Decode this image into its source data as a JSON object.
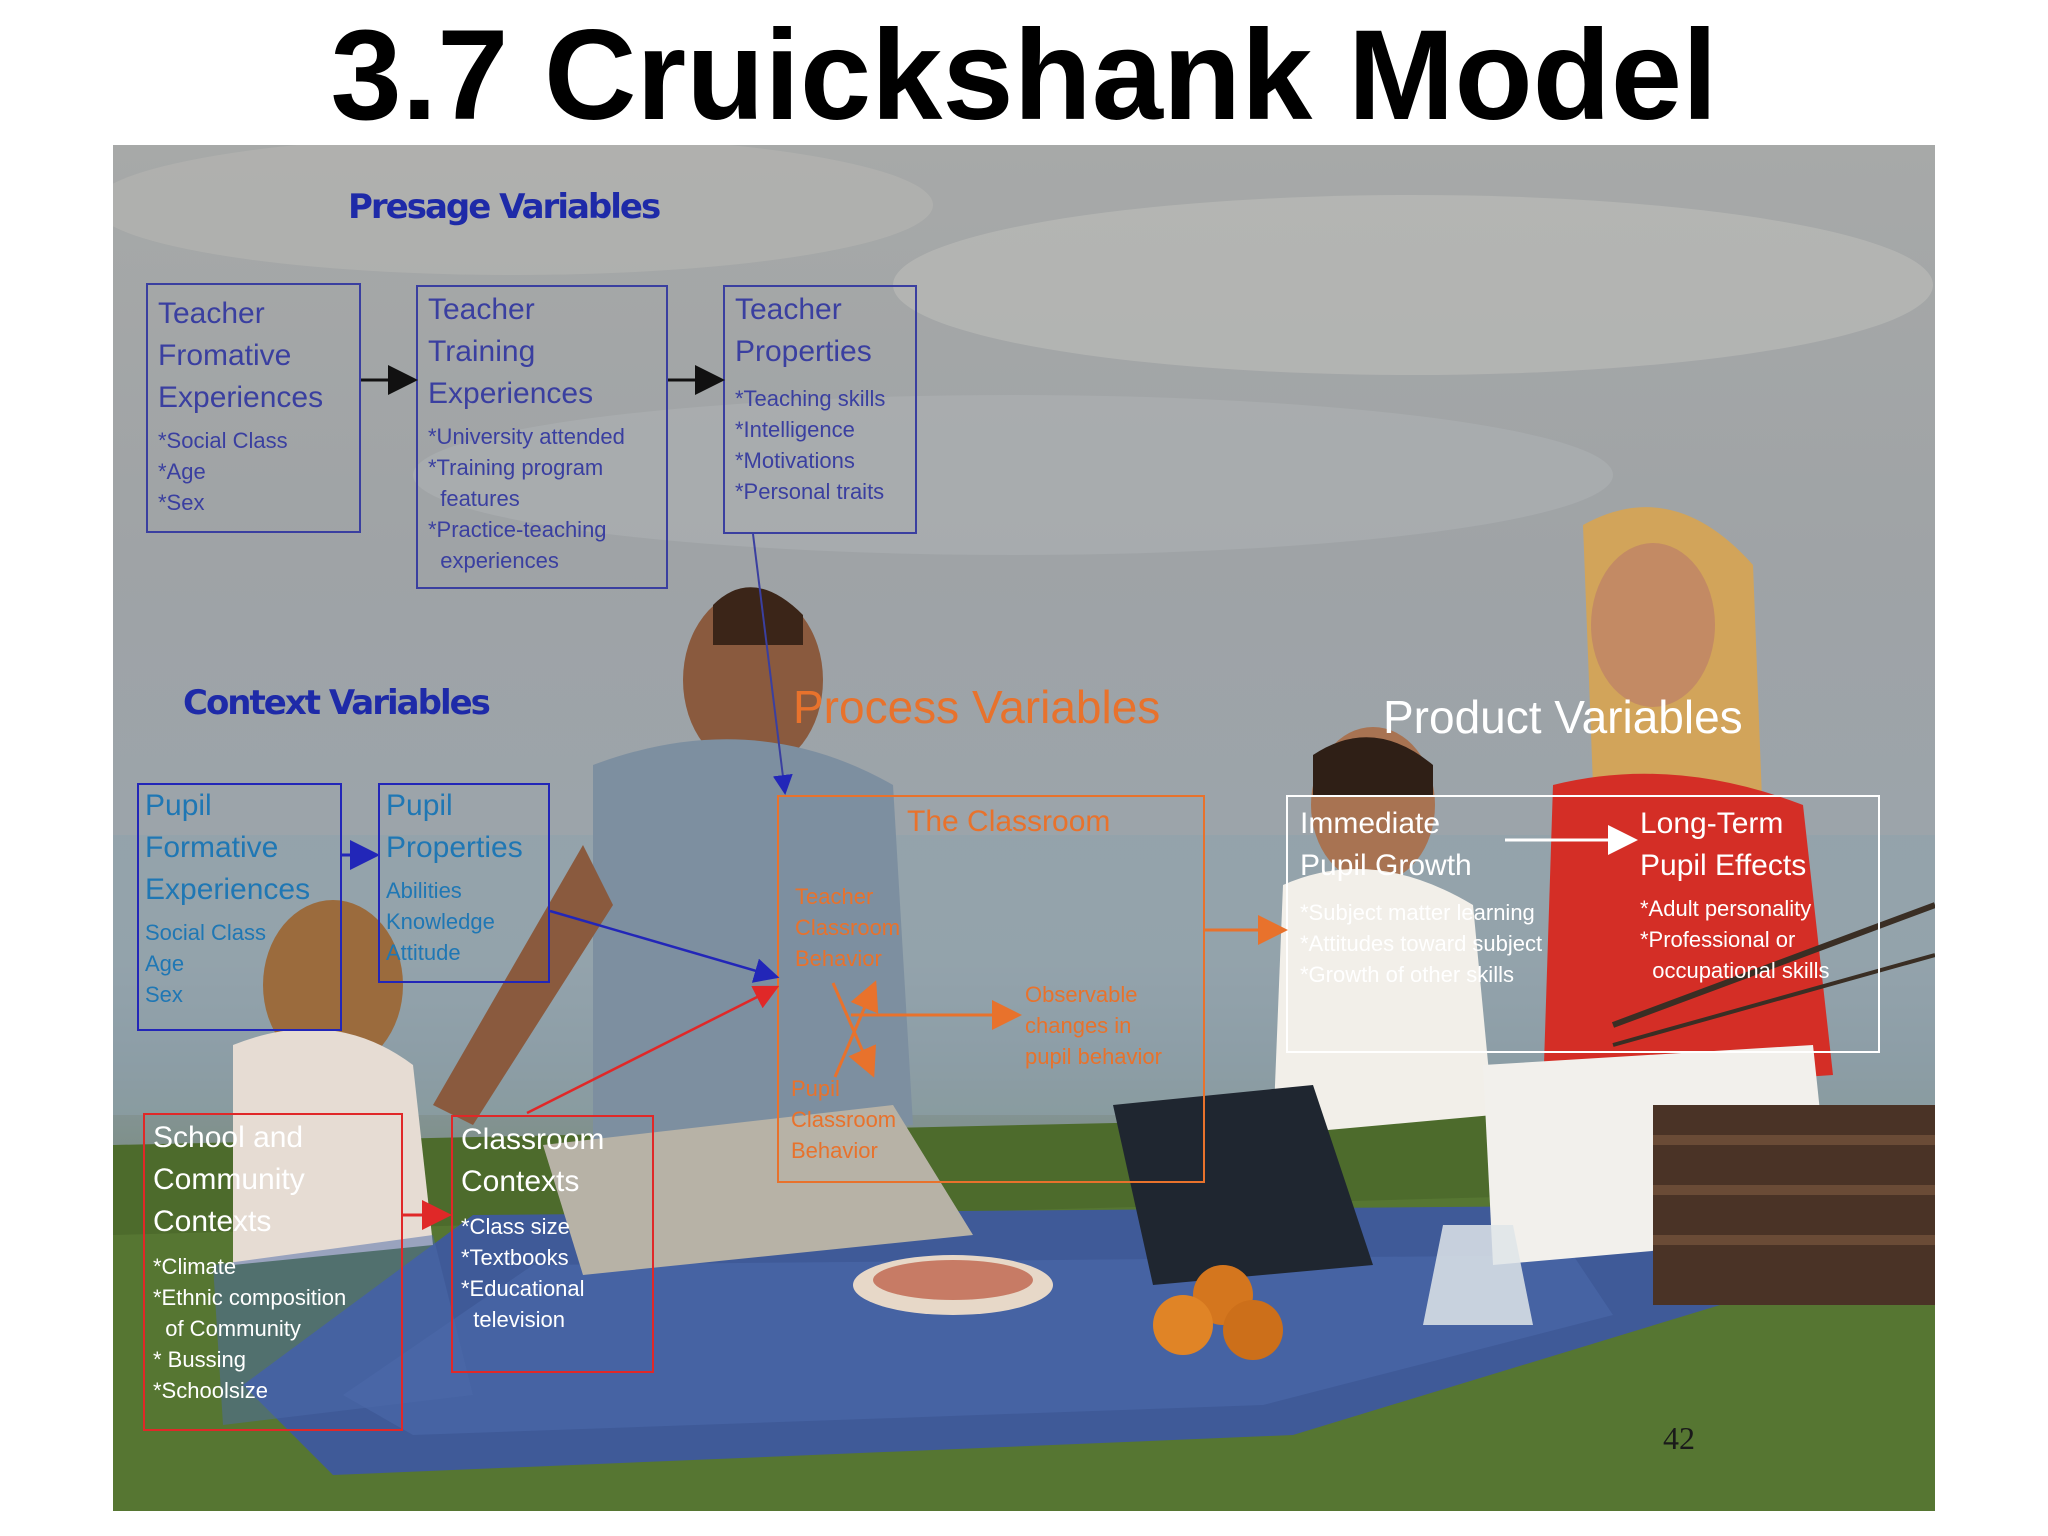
{
  "title": "3.7 Cruickshank Model",
  "page_number": "42",
  "colors": {
    "presage": "#3a3fa0",
    "context": "#2226b8",
    "school": "#e02828",
    "process": "#e8722c",
    "product": "#ffffff"
  },
  "sections": {
    "presage": "Presage Variables",
    "context": "Context Variables",
    "process": "Process Variables",
    "product": "Product Variables"
  },
  "presage": {
    "formative": {
      "heading": [
        "Teacher",
        "Fromative",
        "Experiences"
      ],
      "items": [
        "*Social Class",
        "*Age",
        "*Sex"
      ]
    },
    "training": {
      "heading": [
        "Teacher",
        "Training",
        "Experiences"
      ],
      "items": [
        "*University attended",
        "*Training program",
        "  features",
        "*Practice-teaching",
        "  experiences"
      ]
    },
    "properties": {
      "heading": [
        "Teacher",
        "Properties"
      ],
      "items": [
        "*Teaching skills",
        "*Intelligence",
        "*Motivations",
        "*Personal traits"
      ]
    }
  },
  "context": {
    "pupil_formative": {
      "heading": [
        "Pupil",
        "Formative",
        "Experiences"
      ],
      "items": [
        "Social Class",
        "Age",
        "Sex"
      ]
    },
    "pupil_properties": {
      "heading": [
        "Pupil",
        "Properties"
      ],
      "items": [
        "Abilities",
        "Knowledge",
        "Attitude"
      ]
    },
    "school": {
      "heading": [
        "School and",
        "Community",
        "Contexts"
      ],
      "items": [
        "*Climate",
        "*Ethnic composition",
        "  of Community",
        "* Bussing",
        "*Schoolsize"
      ]
    },
    "classroom": {
      "heading": [
        "Classroom",
        "Contexts"
      ],
      "items": [
        "*Class size",
        "*Textbooks",
        "*Educational",
        "  television"
      ]
    }
  },
  "process": {
    "heading": "The Classroom",
    "teacher": [
      "Teacher",
      "Classroom",
      "Behavior"
    ],
    "pupil": [
      "Pupil",
      "Classroom",
      "Behavior"
    ],
    "changes": [
      "Observable",
      "changes in",
      "pupil behavior"
    ]
  },
  "product": {
    "immediate": {
      "heading": [
        "Immediate",
        "Pupil Growth"
      ],
      "items": [
        "*Subject matter learning",
        "*Attitudes toward subject",
        "*Growth of other skills"
      ]
    },
    "longterm": {
      "heading": [
        "Long-Term",
        "Pupil Effects"
      ],
      "items": [
        "*Adult personality",
        "*Professional or",
        "  occupational skills"
      ]
    }
  }
}
